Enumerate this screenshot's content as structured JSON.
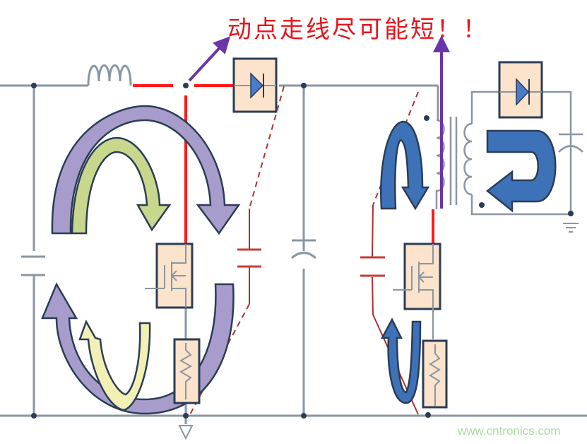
{
  "annotation": {
    "title": "动点走线尽可能短！！",
    "title_color": "#e8141b",
    "pointer_arrow_color": "#6a35a8"
  },
  "watermark": {
    "text": "www.cntronics.com",
    "color": "#a8dca0"
  },
  "colors": {
    "wire": "#8a96a3",
    "hot_trace": "#ff1a1a",
    "parasitic_dashed": "#b03030",
    "component_box_fill": "#fbe3cc",
    "component_box_stroke": "#2b3d55",
    "diode_fill": "#4a7bc8",
    "loop_arrow_purple": "#a79ccc",
    "loop_arrow_green": "#c7d78b",
    "loop_arrow_yellow": "#f2f0b5",
    "loop_arrow_blue": "#3d72b8"
  },
  "components": {
    "left_stage": [
      "input-capacitor",
      "inductor",
      "switch-node",
      "boost-diode",
      "mosfet",
      "sense-resistor",
      "snubber-capacitor",
      "ground"
    ],
    "middle": [
      "bulk-capacitor"
    ],
    "right_stage": [
      "snubber-capacitor",
      "mosfet",
      "sense-resistor",
      "transformer",
      "output-diode",
      "output-capacitor",
      "output-ground"
    ]
  }
}
